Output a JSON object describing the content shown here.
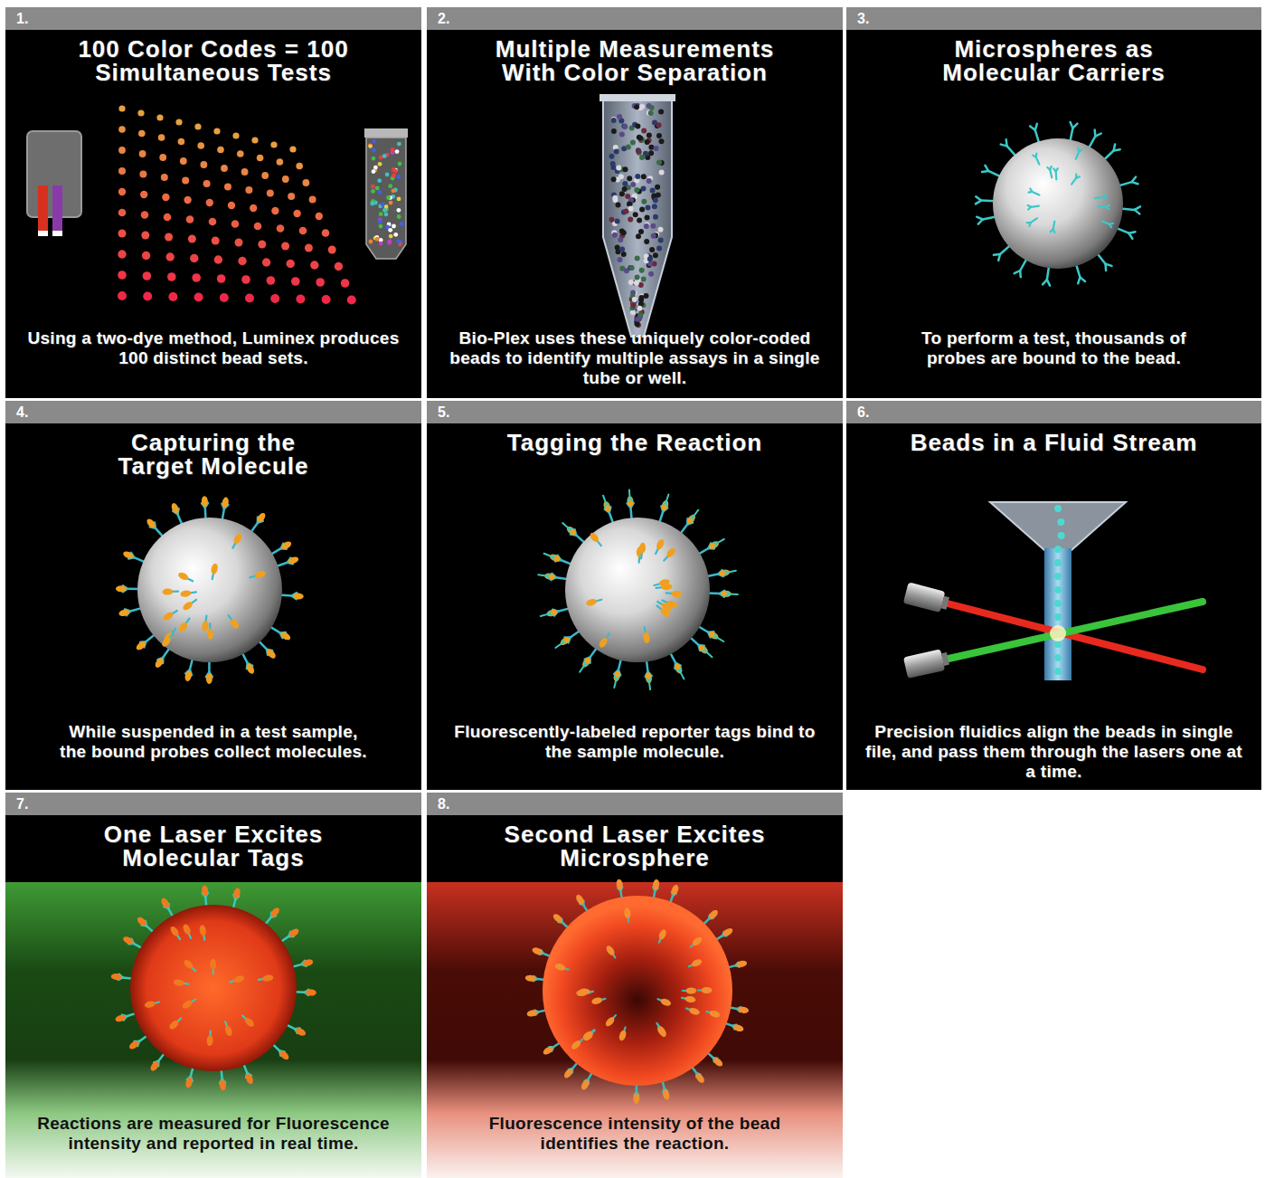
{
  "diagram": {
    "nodes": [
      {
        "text": [
          "1.",
          "100 Color Codes = 100 Simultaneous Tests",
          "Using a two-dye method, Luminex produces 100 distinct bead sets."
        ]
      },
      {
        "text": [
          "2.",
          "Multiple Measurements With Color Separation",
          "Bio-Plex uses these uniquely color-coded beads to identify multiple assays in a single tube or well."
        ]
      },
      {
        "text": [
          "3.",
          "Microspheres as Molecular Carriers",
          "To perform a test, thousands of probes are bound to the bead."
        ]
      },
      {
        "text": [
          "4.",
          "Capturing the Target Molecule",
          "While suspended in a test sample, the bound probes collect molecules."
        ]
      },
      {
        "text": [
          "5.",
          "Tagging the Reaction",
          "Fluorescently-labeled reporter tags bind to the sample molecule."
        ]
      },
      {
        "text": [
          "6.",
          "Beads in a Fluid Stream",
          "Precision fluidics align the beads in single file, and pass them through the lasers one at a time."
        ]
      },
      {
        "text": [
          "7.",
          "One Laser Excites Molecular Tags",
          "Reactions are measured for Fluorescence intensity and reported in real time."
        ]
      },
      {
        "text": [
          "8.",
          "Second Laser Excites Microsphere",
          "Fluorescence intensity of the bead identifies the reaction."
        ]
      }
    ]
  }
}
